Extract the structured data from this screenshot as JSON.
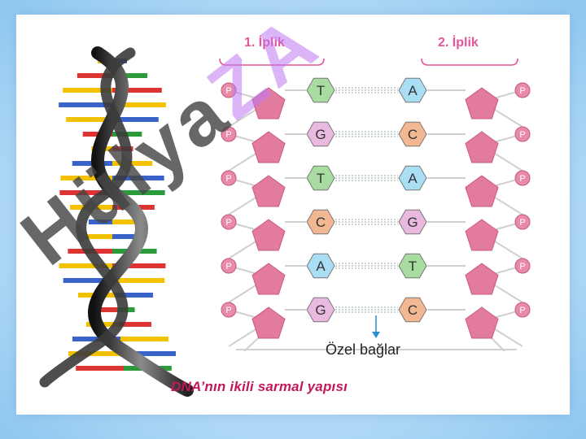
{
  "diagram": {
    "strand_1_label": "1. İplik",
    "strand_2_label": "2. İplik",
    "phosphate_label": "P",
    "bonds_label": "Özel bağlar",
    "caption": "DNA’nın ikili sarmal yapısı",
    "base_pairs": [
      {
        "left": "T",
        "right": "A"
      },
      {
        "left": "G",
        "right": "C"
      },
      {
        "left": "T",
        "right": "A"
      },
      {
        "left": "C",
        "right": "G"
      },
      {
        "left": "A",
        "right": "T"
      },
      {
        "left": "G",
        "right": "C"
      }
    ],
    "base_colors": {
      "T": "#a8dca0",
      "A": "#a9def5",
      "G": "#eab9e0",
      "C": "#f2b892"
    },
    "sugar_color": "#e37aa0",
    "phosphate_color": "#e88aa8",
    "backbone_color": "#d0d0d0"
  },
  "watermark": {
    "text_main": "Hülya",
    "text_accent": "ZA"
  }
}
